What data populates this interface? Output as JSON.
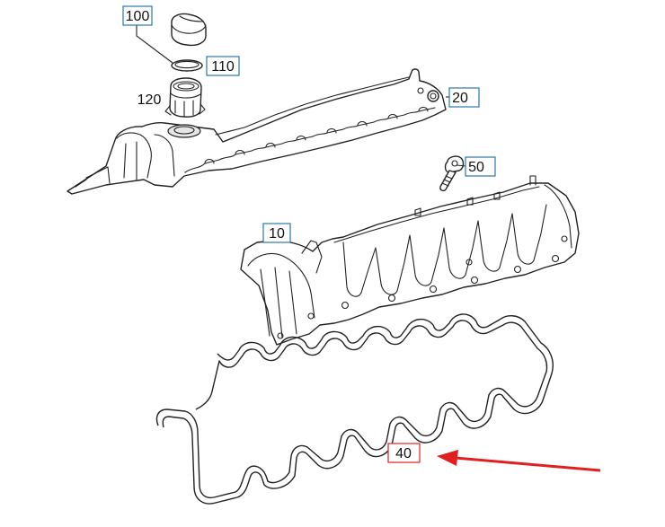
{
  "callouts": {
    "c100": {
      "label": "100",
      "boxed": true
    },
    "c110": {
      "label": "110",
      "boxed": true
    },
    "c120": {
      "label": "120",
      "boxed": false
    },
    "c20": {
      "label": "20",
      "boxed": true
    },
    "c50": {
      "label": "50",
      "boxed": true
    },
    "c10": {
      "label": "10",
      "boxed": true
    },
    "c40": {
      "label": "40",
      "boxed": true,
      "highlighted": true
    }
  },
  "colors": {
    "callout_box": "#2a78a8",
    "highlight": "#e02020",
    "line": "#222222"
  },
  "highlight_arrow": {
    "points_to": "c40",
    "color": "#e02020"
  }
}
